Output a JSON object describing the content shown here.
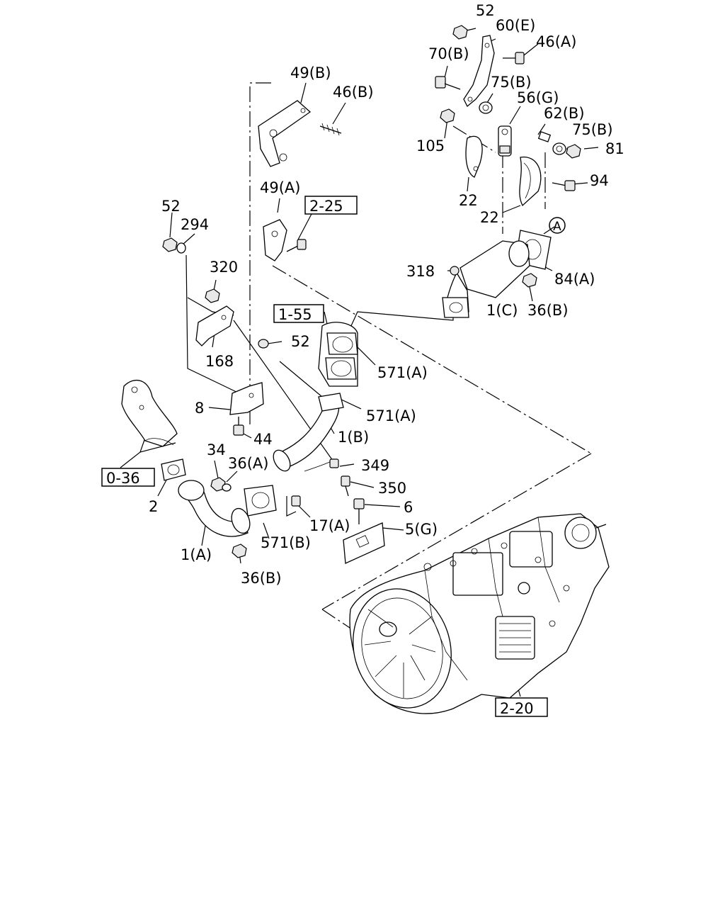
{
  "labels": [
    {
      "id": "52-top",
      "text": "52"
    },
    {
      "id": "60E",
      "text": "60(E)"
    },
    {
      "id": "46A",
      "text": "46(A)"
    },
    {
      "id": "70B",
      "text": "70(B)"
    },
    {
      "id": "75B-a",
      "text": "75(B)"
    },
    {
      "id": "56G",
      "text": "56(G)"
    },
    {
      "id": "62B",
      "text": "62(B)"
    },
    {
      "id": "75B-b",
      "text": "75(B)"
    },
    {
      "id": "105",
      "text": "105"
    },
    {
      "id": "81",
      "text": "81"
    },
    {
      "id": "94",
      "text": "94"
    },
    {
      "id": "22-a",
      "text": "22"
    },
    {
      "id": "22-b",
      "text": "22"
    },
    {
      "id": "84A",
      "text": "84(A)"
    },
    {
      "id": "318",
      "text": "318"
    },
    {
      "id": "1C",
      "text": "1(C)"
    },
    {
      "id": "36B-top",
      "text": "36(B)"
    },
    {
      "id": "49B",
      "text": "49(B)"
    },
    {
      "id": "46B",
      "text": "46(B)"
    },
    {
      "id": "49A",
      "text": "49(A)"
    },
    {
      "id": "52-left",
      "text": "52"
    },
    {
      "id": "294",
      "text": "294"
    },
    {
      "id": "320",
      "text": "320"
    },
    {
      "id": "168",
      "text": "168"
    },
    {
      "id": "52-mid",
      "text": "52"
    },
    {
      "id": "571A-a",
      "text": "571(A)"
    },
    {
      "id": "571A-b",
      "text": "571(A)"
    },
    {
      "id": "8",
      "text": "8"
    },
    {
      "id": "44",
      "text": "44"
    },
    {
      "id": "1B",
      "text": "1(B)"
    },
    {
      "id": "34",
      "text": "34"
    },
    {
      "id": "36A",
      "text": "36(A)"
    },
    {
      "id": "349",
      "text": "349"
    },
    {
      "id": "350",
      "text": "350"
    },
    {
      "id": "2",
      "text": "2"
    },
    {
      "id": "6",
      "text": "6"
    },
    {
      "id": "17A",
      "text": "17(A)"
    },
    {
      "id": "5G",
      "text": "5(G)"
    },
    {
      "id": "571B",
      "text": "571(B)"
    },
    {
      "id": "1A",
      "text": "1(A)"
    },
    {
      "id": "36B-bottom",
      "text": "36(B)"
    }
  ],
  "refs": [
    {
      "id": "ref-2-25",
      "text": "2-25"
    },
    {
      "id": "ref-1-55",
      "text": "1-55"
    },
    {
      "id": "ref-0-36",
      "text": "0-36"
    },
    {
      "id": "ref-2-20",
      "text": "2-20"
    }
  ],
  "circle_marker": {
    "text": "A"
  }
}
